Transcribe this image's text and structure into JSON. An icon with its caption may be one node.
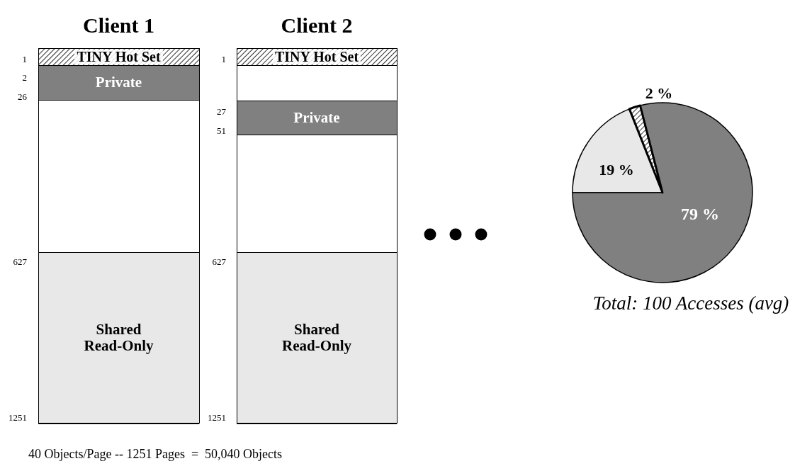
{
  "diagram": {
    "caption": "40 Objects/Page -- 1251 Pages  =  50,040 Objects",
    "nodes": [
      {
        "text": [
          "Client 1"
        ]
      },
      {
        "text": [
          "TINY Hot Set"
        ],
        "in": 0
      },
      {
        "text": [
          "Private"
        ],
        "in": 0
      },
      {
        "text": [],
        "shape": "box",
        "in": 0
      },
      {
        "text": [
          "Shared Read-Only"
        ],
        "in": 0
      },
      {
        "text": [
          "Client 2"
        ]
      },
      {
        "text": [
          "TINY Hot Set"
        ],
        "in": 5
      },
      {
        "text": [],
        "shape": "box",
        "in": 5
      },
      {
        "text": [
          "Private"
        ],
        "in": 5
      },
      {
        "text": [],
        "shape": "box",
        "in": 5
      },
      {
        "text": [
          "Shared Read-Only"
        ],
        "in": 5
      }
    ],
    "labels": [
      "1",
      "1",
      "2",
      "26",
      "27",
      "51",
      "627",
      "627",
      "1251",
      "1251"
    ],
    "chart_data": {
      "type": "pie",
      "title": "Total: 100 Accesses (avg)",
      "values": [
        19,
        2,
        79
      ],
      "value_labels": [
        "19 %",
        "2 %",
        "79 %"
      ]
    }
  }
}
